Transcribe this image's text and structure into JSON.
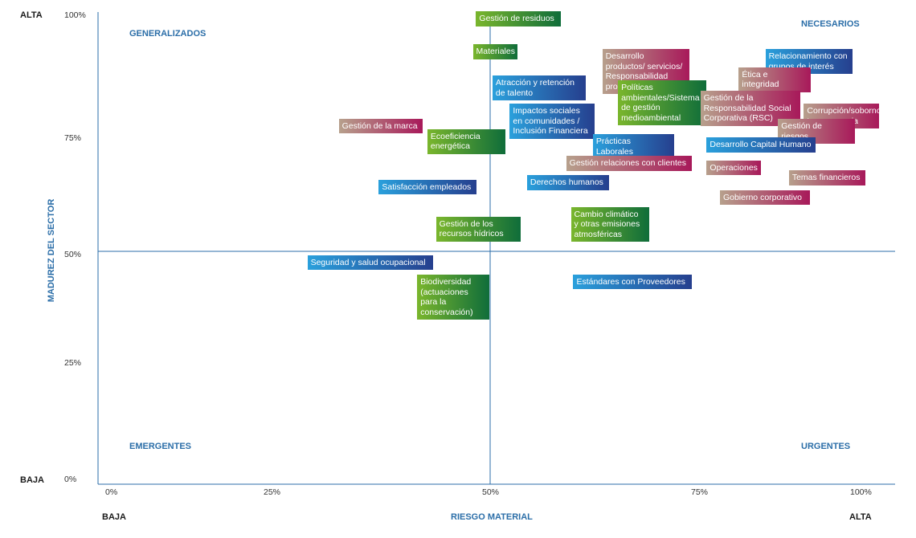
{
  "chart_data": {
    "type": "scatter",
    "xlabel": "RIESGO MATERIAL",
    "ylabel": "MADUREZ DEL SECTOR",
    "x_low_label": "BAJA",
    "x_high_label": "ALTA",
    "y_low_label": "BAJA",
    "y_high_label": "ALTA",
    "xlim": [
      0,
      100
    ],
    "ylim": [
      0,
      100
    ],
    "x_ticks": [
      "0%",
      "25%",
      "50%",
      "75%",
      "100%"
    ],
    "y_ticks": [
      "0%",
      "25%",
      "50%",
      "75%",
      "100%"
    ],
    "quadrants": {
      "top_left": "GENERALIZADOS",
      "top_right": "NECESARIOS",
      "bottom_left": "EMERGENTES",
      "bottom_right": "URGENTES"
    },
    "colors": {
      "green_dark": "#0f6d3a",
      "green_light": "#7ab62d",
      "blue_light": "#2aa0dc",
      "blue_dark": "#263f8e",
      "taupe": "#b7a08c",
      "magenta": "#a8195a",
      "axis": "#2b6ea8"
    },
    "points": [
      {
        "text": "Gestión de residuos",
        "x": 48.2,
        "y": 100.6,
        "w": 106,
        "style": "green"
      },
      {
        "text": "Materiales",
        "x": 47.8,
        "y": 93.6,
        "w": 55,
        "style": "green"
      },
      {
        "text": "Desarrollo productos/ servicios/ Responsabilidad productos",
        "x": 64.3,
        "y": 92.6,
        "w": 108,
        "style": "taupe-magenta"
      },
      {
        "text": "Relacionamiento con grupos de interés",
        "x": 85.1,
        "y": 92.6,
        "w": 108,
        "style": "blue"
      },
      {
        "text": "Ética e integridad",
        "x": 81.7,
        "y": 88.8,
        "w": 90,
        "style": "taupe-magenta"
      },
      {
        "text": "Atracción y retención de talento",
        "x": 50.3,
        "y": 87.0,
        "w": 116,
        "style": "blue"
      },
      {
        "text": "Políticas ambientales/Sistema de gestión medioambiental",
        "x": 66.3,
        "y": 85.9,
        "w": 110,
        "style": "green"
      },
      {
        "text": "Gestión de la Responsabilidad Social Corporativa (RSC)",
        "x": 76.8,
        "y": 83.7,
        "w": 124,
        "style": "taupe-magenta"
      },
      {
        "text": "Corrupción/soborno/ transparencia",
        "x": 90.0,
        "y": 81.0,
        "w": 94,
        "style": "taupe-magenta"
      },
      {
        "text": "Impactos sociales en comunidades / Inclusión Financiera",
        "x": 52.5,
        "y": 81.0,
        "w": 106,
        "style": "blue"
      },
      {
        "text": "Gestión de la marca",
        "x": 30.7,
        "y": 77.8,
        "w": 104,
        "style": "taupe-magenta"
      },
      {
        "text": "Ecoeficiencia energética",
        "x": 42.0,
        "y": 75.6,
        "w": 97,
        "style": "green"
      },
      {
        "text": "Gestión de riesgos",
        "x": 86.7,
        "y": 77.7,
        "w": 96,
        "style": "taupe-magenta"
      },
      {
        "text": "Prácticas Laborales",
        "x": 63.1,
        "y": 74.5,
        "w": 101,
        "style": "blue"
      },
      {
        "text": "Desarrollo Capital Humano",
        "x": 77.6,
        "y": 73.8,
        "w": 136,
        "style": "blue"
      },
      {
        "text": "Gestión relaciones con clientes",
        "x": 59.7,
        "y": 69.9,
        "w": 156,
        "style": "taupe-magenta"
      },
      {
        "text": "Operaciones",
        "x": 77.6,
        "y": 68.9,
        "w": 68,
        "style": "taupe-magenta"
      },
      {
        "text": "Temas financieros",
        "x": 88.1,
        "y": 66.8,
        "w": 95,
        "style": "taupe-magenta"
      },
      {
        "text": "Derechos humanos",
        "x": 54.7,
        "y": 65.8,
        "w": 102,
        "style": "blue"
      },
      {
        "text": "Satisfacción empleados",
        "x": 35.8,
        "y": 64.8,
        "w": 122,
        "style": "blue"
      },
      {
        "text": "Gobierno corporativo",
        "x": 79.3,
        "y": 62.6,
        "w": 112,
        "style": "taupe-magenta"
      },
      {
        "text": "Cambio climático y otras emisiones atmosféricas",
        "x": 60.3,
        "y": 59.0,
        "w": 97,
        "style": "green"
      },
      {
        "text": "Gestión de los recursos hídricos",
        "x": 43.1,
        "y": 57.0,
        "w": 105,
        "style": "green"
      },
      {
        "text": "Seguridad y salud ocupacional",
        "x": 26.7,
        "y": 48.8,
        "w": 156,
        "style": "blue"
      },
      {
        "text": "Biodiversidad (actuaciones para la conservación)",
        "x": 40.7,
        "y": 44.6,
        "w": 90,
        "style": "green"
      },
      {
        "text": "Estándares con Proveedores",
        "x": 60.6,
        "y": 44.7,
        "w": 148,
        "style": "blue"
      }
    ]
  }
}
